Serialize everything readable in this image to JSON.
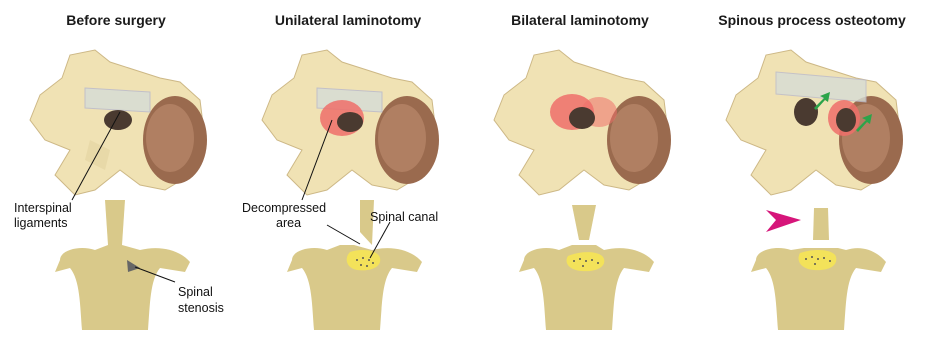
{
  "panels": [
    {
      "title": "Before surgery"
    },
    {
      "title": "Unilateral laminotomy"
    },
    {
      "title": "Bilateral laminotomy"
    },
    {
      "title": "Spinous process osteotomy"
    }
  ],
  "labels": {
    "interspinal_line1": "Interspinal",
    "interspinal_line2": "ligaments",
    "spinal_line1": "Spinal",
    "spinal_line2": "stenosis",
    "decompressed_line1": "Decompressed",
    "decompressed_line2": "area",
    "spinal_canal": "Spinal canal"
  },
  "colors": {
    "bone": "#d9c98a",
    "bone_light": "#f0e2b4",
    "disc": "#9a6a4e",
    "ligament": "#d7ddd6",
    "decompressed": "#ee6f6a",
    "canal": "#f3e25a",
    "stenosis": "#666666",
    "arrow_magenta": "#d6157a",
    "arrow_green": "#2ca44a"
  }
}
